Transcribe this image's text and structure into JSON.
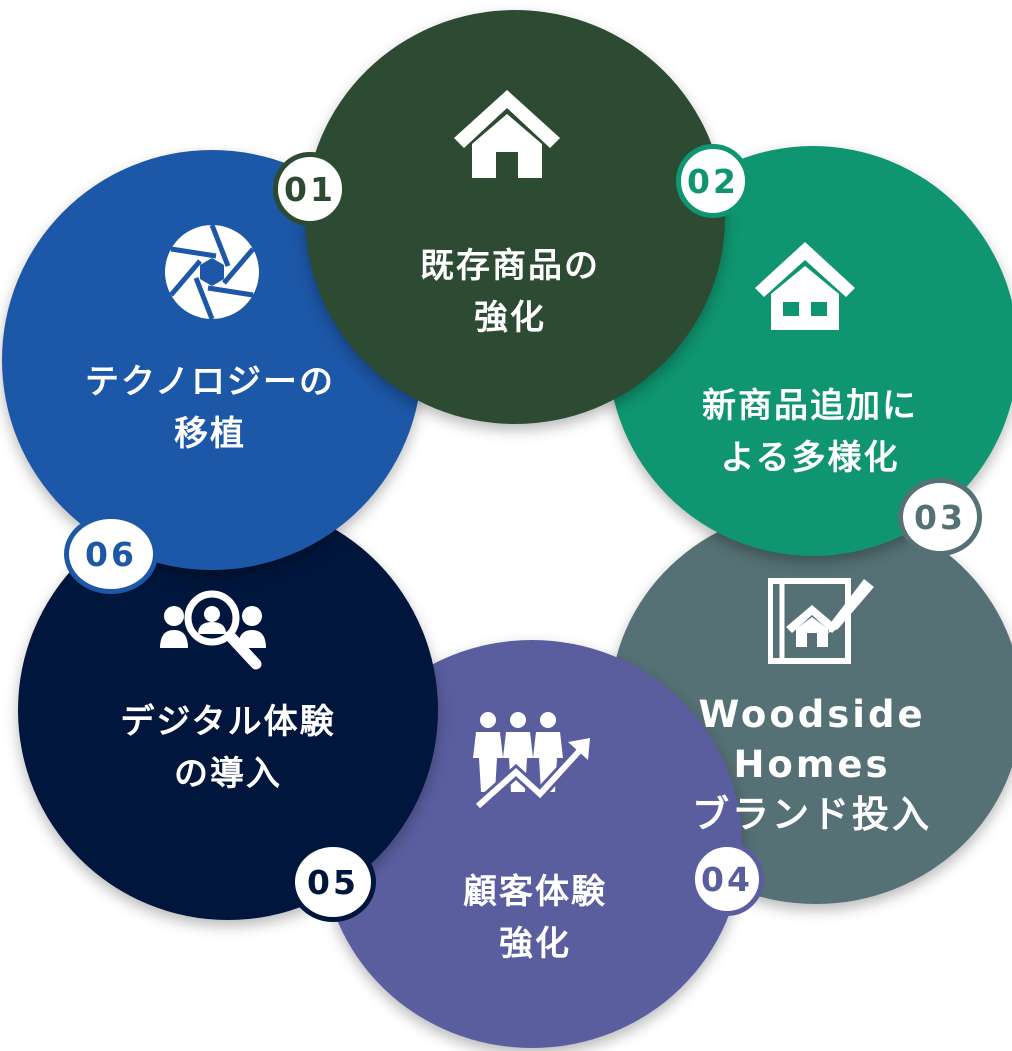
{
  "colors": {
    "c01": "#2d4a33",
    "c02": "#0f956f",
    "c03": "#557175",
    "c04": "#5a5e9f",
    "c05": "#00163c",
    "c06": "#1d57a7"
  },
  "items": [
    {
      "num": "01",
      "label": "既存商品の\n強化",
      "icon": "house-icon"
    },
    {
      "num": "02",
      "label": "新商品追加に\nよる多様化",
      "icon": "house-windows-icon"
    },
    {
      "num": "03",
      "label": "Woodside\nHomes\nブランド投入",
      "icon": "blueprint-house-icon"
    },
    {
      "num": "04",
      "label": "顧客体験\n強化",
      "icon": "people-growth-icon"
    },
    {
      "num": "05",
      "label": "デジタル体験\nの導入",
      "icon": "people-search-icon"
    },
    {
      "num": "06",
      "label": "テクノロジーの\n移植",
      "icon": "aperture-icon"
    }
  ]
}
